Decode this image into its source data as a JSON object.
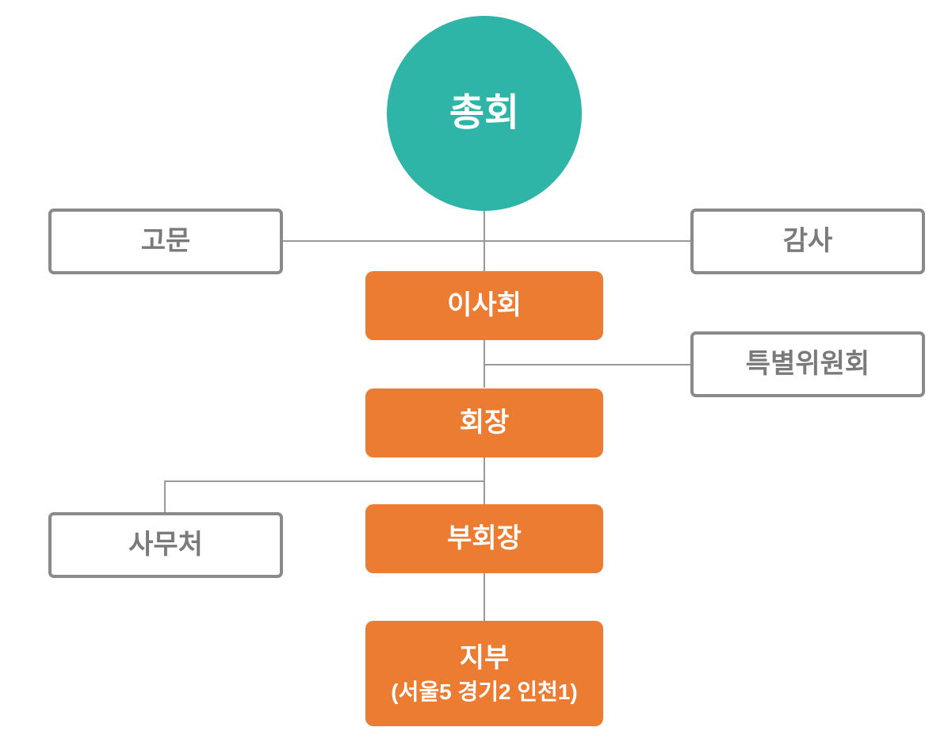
{
  "diagram": {
    "type": "org-chart",
    "nodes": {
      "assembly": {
        "label": "총회"
      },
      "advisor": {
        "label": "고문"
      },
      "auditor": {
        "label": "감사"
      },
      "board": {
        "label": "이사회"
      },
      "special_committee": {
        "label": "특별위원회"
      },
      "president": {
        "label": "회장"
      },
      "secretariat": {
        "label": "사무처"
      },
      "vice_president": {
        "label": "부회장"
      },
      "branches": {
        "label": "지부",
        "sublabel": "(서울5 경기2 인천1)"
      }
    }
  },
  "colors": {
    "teal": "#2EB5A8",
    "orange": "#ED7C33",
    "box-border": "#8A8A8A",
    "box-text": "#7A7A7A",
    "line": "#999999",
    "white-text": "#FFFFFF"
  }
}
